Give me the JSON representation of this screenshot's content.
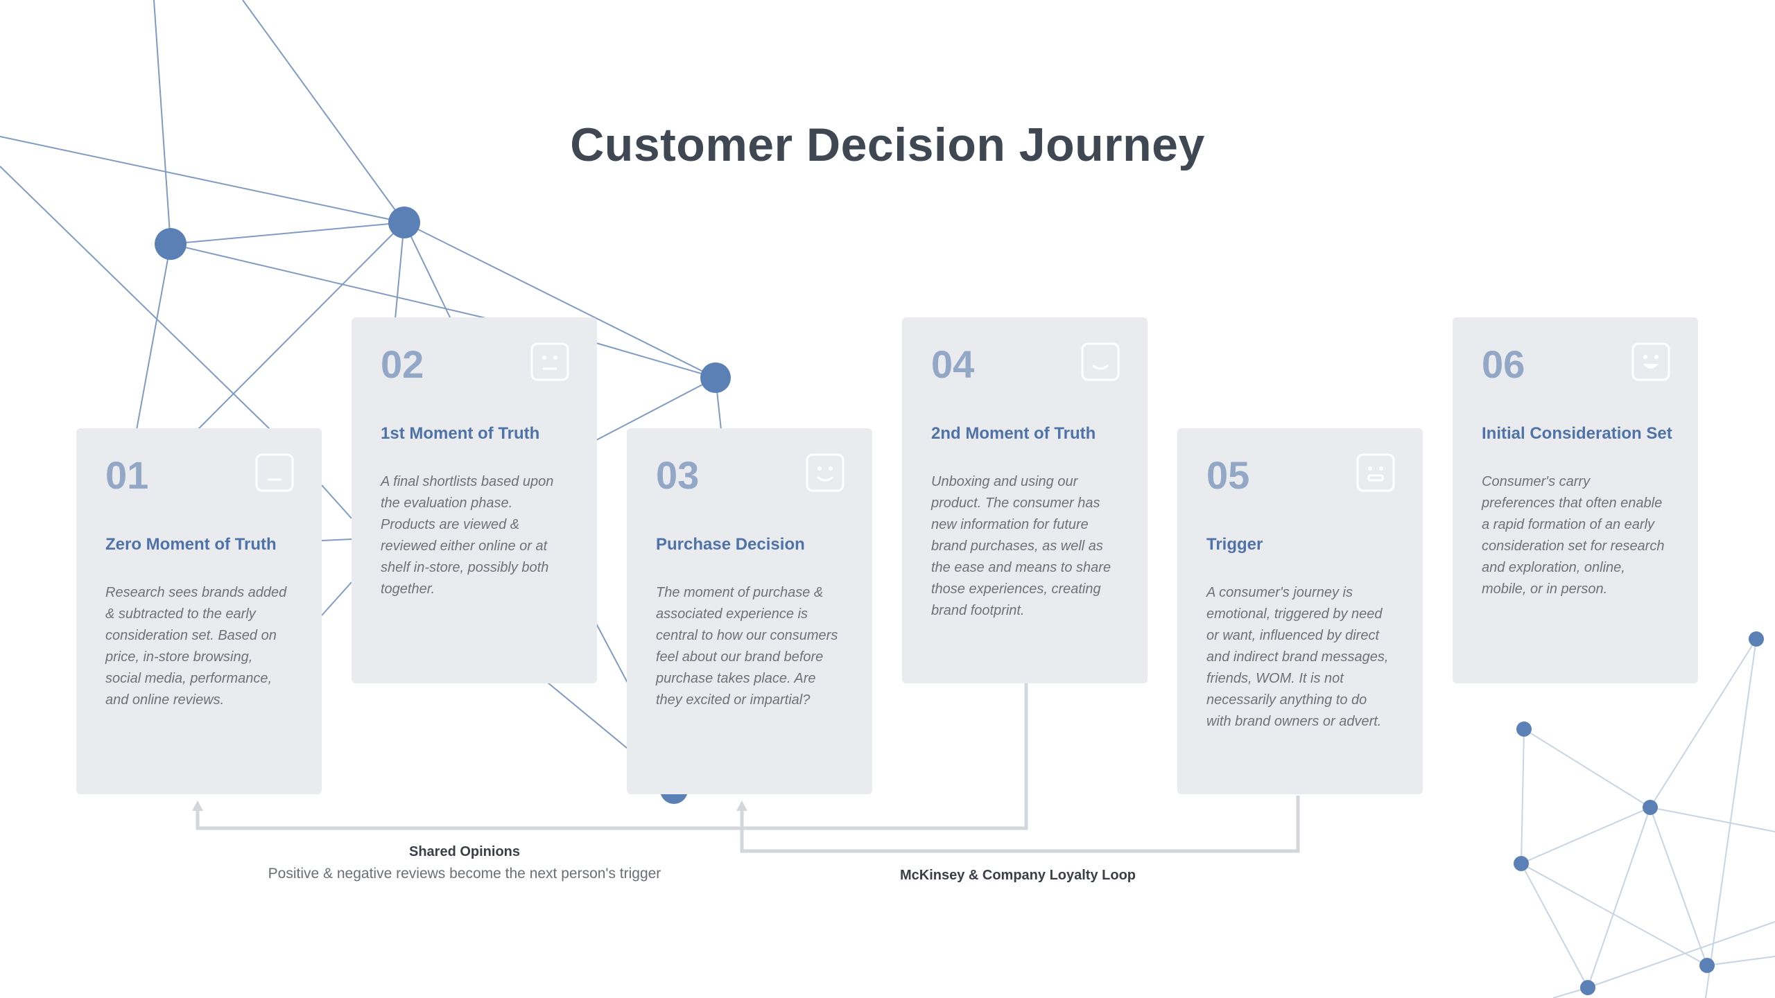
{
  "title": "Customer Decision Journey",
  "steps": [
    {
      "number": "01",
      "heading": "Zero Moment of Truth",
      "body": "Research sees brands added & subtracted to the early consideration set. Based on price, in-store browsing, social media, performance, and online reviews.",
      "icon": "face-neutral-icon"
    },
    {
      "number": "02",
      "heading": "1st Moment of Truth",
      "body": "A final shortlists based upon the evaluation phase. Products are viewed & reviewed either online or at shelf in-store, possibly both together.",
      "icon": "face-neutral-icon"
    },
    {
      "number": "03",
      "heading": "Purchase Decision",
      "body": "The moment of purchase & associated experience is central to how our consumers feel about our brand before purchase takes place. Are they excited or impartial?",
      "icon": "face-smile-icon"
    },
    {
      "number": "04",
      "heading": "2nd Moment of Truth",
      "body": "Unboxing and using our product. The consumer has new information for future brand purchases, as well as the ease and means to share those experiences, creating brand footprint.",
      "icon": "face-smile-icon"
    },
    {
      "number": "05",
      "heading": "Trigger",
      "body": "A consumer's journey is emotional, triggered by need or want, influenced by direct and indirect brand messages, friends, WOM. It is not necessarily anything to do with brand owners or advert.",
      "icon": "face-grin-icon"
    },
    {
      "number": "06",
      "heading": "Initial Consideration Set",
      "body": "Consumer's carry preferences that often enable a rapid formation of an early consideration set for research and exploration, online, mobile, or in person.",
      "icon": "face-laugh-icon"
    }
  ],
  "shared_opinions": {
    "label": "Shared Opinions",
    "sub": "Positive & negative reviews become the next person's trigger"
  },
  "loyalty_loop": {
    "label": "McKinsey & Company Loyalty Loop"
  },
  "colors": {
    "card_bg": "#e9ebee",
    "number": "#93a7c6",
    "heading": "#4f73a8",
    "body": "#6e737a",
    "network_node": "#5b80b5",
    "network_line": "#7f9bc4",
    "connector": "#d3d6da",
    "title": "#3f4753"
  }
}
